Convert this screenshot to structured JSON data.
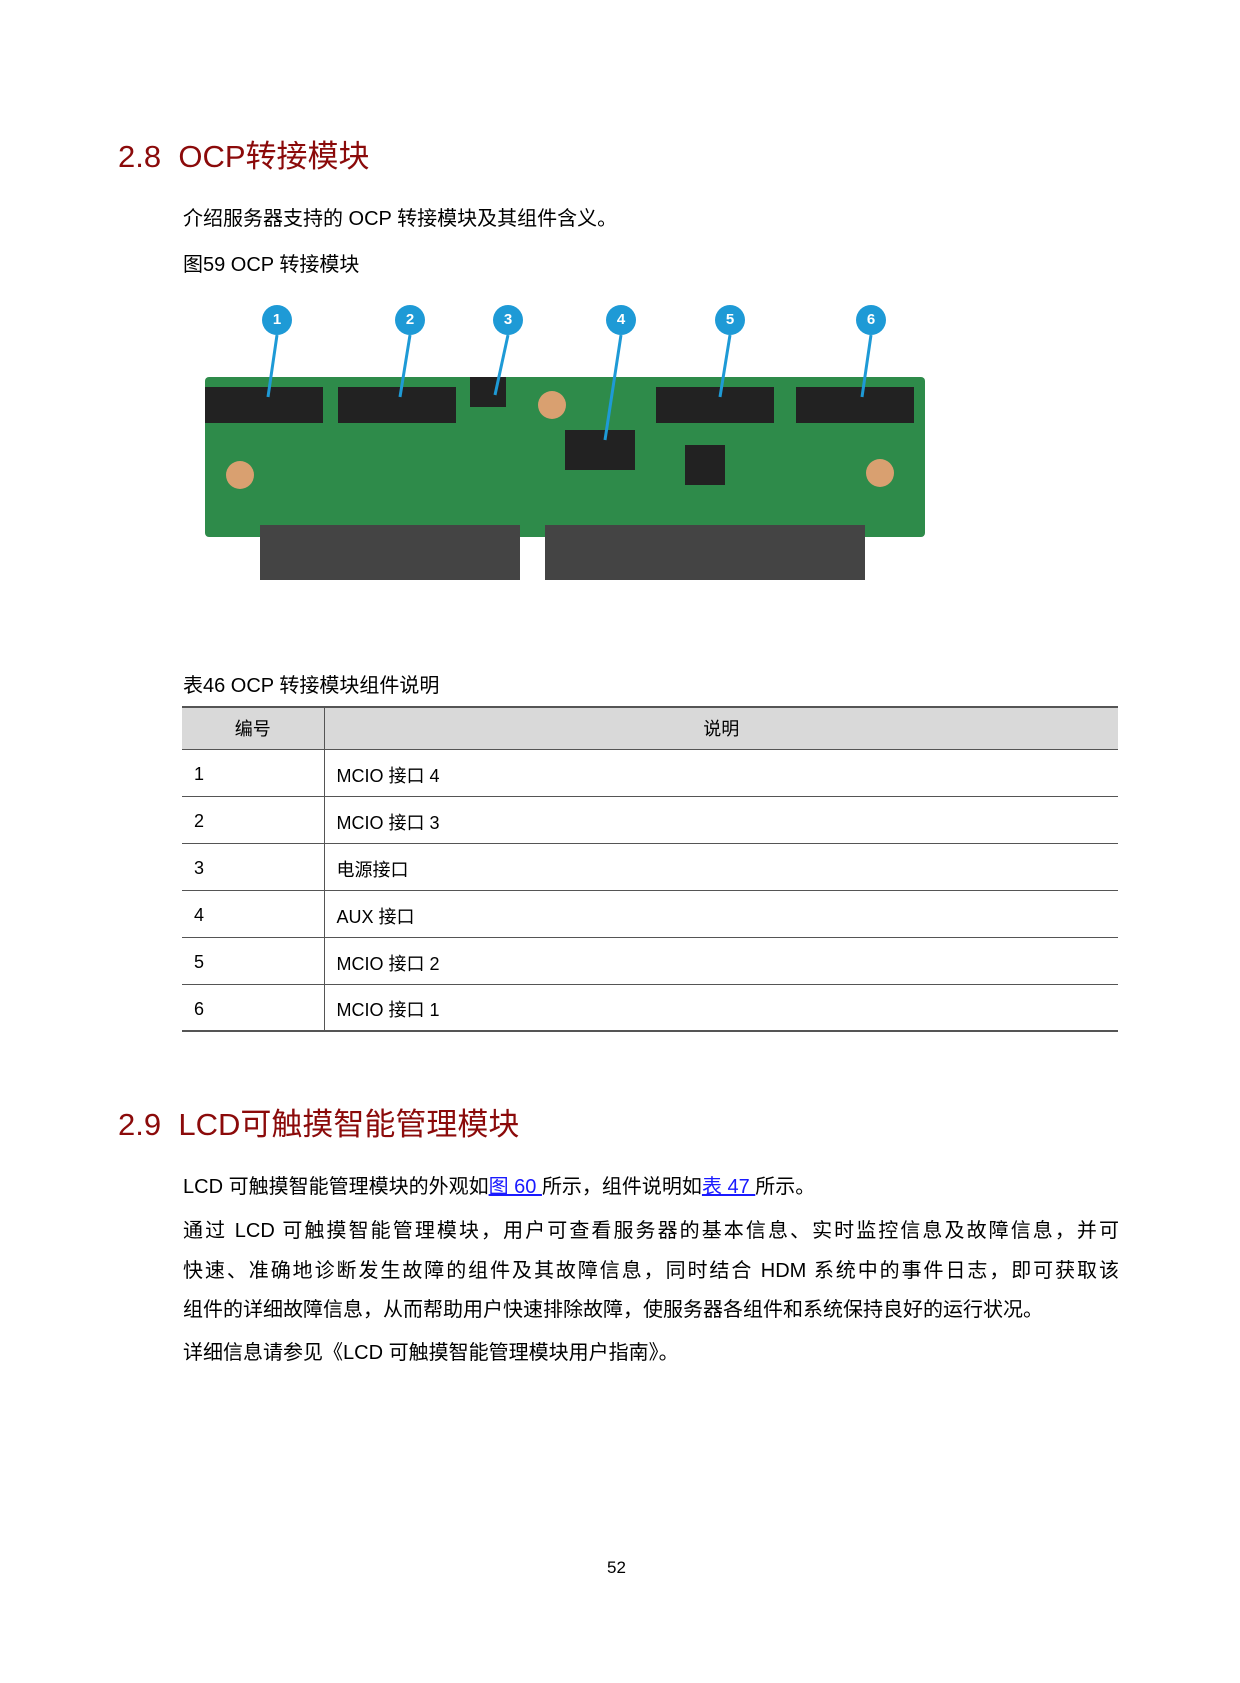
{
  "section_28": {
    "number": "2.8",
    "title": "OCP转接模块",
    "intro": "介绍服务器支持的 OCP 转接模块及其组件含义。",
    "figure_caption": "图59 OCP 转接模块",
    "callouts": [
      "1",
      "2",
      "3",
      "4",
      "5",
      "6"
    ]
  },
  "table_46": {
    "caption": "表46 OCP 转接模块组件说明",
    "headers": [
      "编号",
      "说明"
    ],
    "rows": [
      [
        "1",
        "MCIO 接口 4"
      ],
      [
        "2",
        "MCIO 接口 3"
      ],
      [
        "3",
        "电源接口"
      ],
      [
        "4",
        "AUX 接口"
      ],
      [
        "5",
        "MCIO 接口 2"
      ],
      [
        "6",
        "MCIO 接口 1"
      ]
    ]
  },
  "section_29": {
    "number": "2.9",
    "title": "LCD可触摸智能管理模块",
    "p1_a": "LCD 可触摸智能管理模块的外观如",
    "p1_link1": "图 60 ",
    "p1_b": "所示，组件说明如",
    "p1_link2": "表 47 ",
    "p1_c": "所示。",
    "p2_l1": "通过 LCD 可触摸智能管理模块，用户可查看服务器的基本信息、实时监控信息及故障信息，并可",
    "p2_l2": "快速、准确地诊断发生故障的组件及其故障信息，同时结合 HDM 系统中的事件日志，即可获取该",
    "p2_l3": "组件的详细故障信息，从而帮助用户快速排除故障，使服务器各组件和系统保持良好的运行状况。",
    "p3": "详细信息请参见《LCD 可触摸智能管理模块用户指南》。"
  },
  "page_number": "52"
}
